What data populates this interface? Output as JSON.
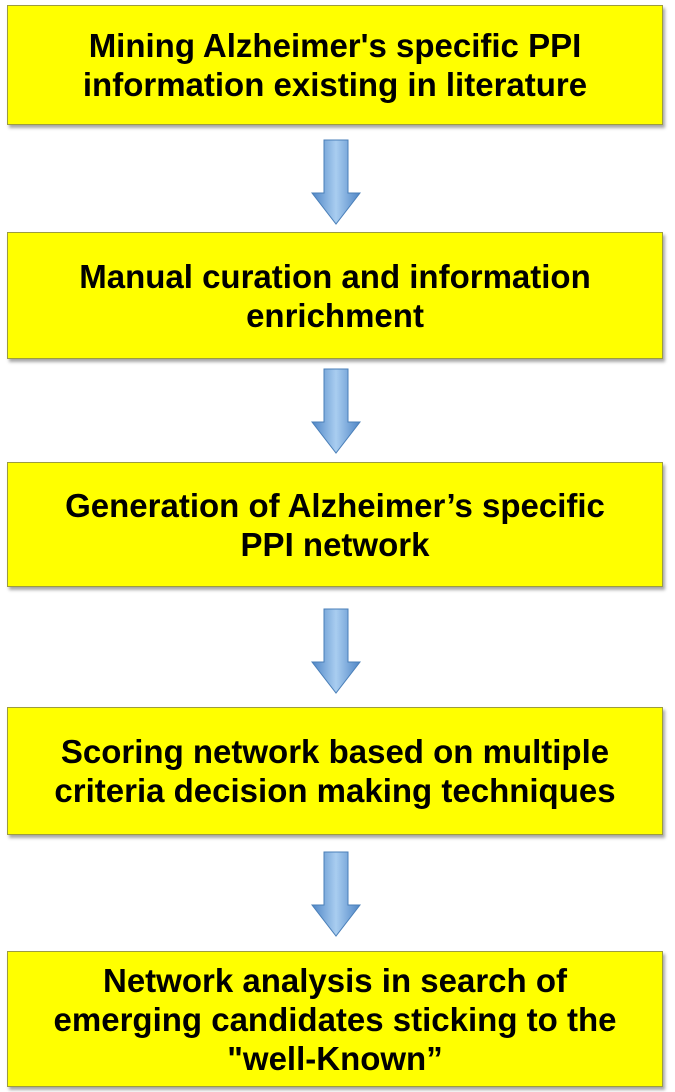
{
  "colors": {
    "box_fill": "#ffff00",
    "box_border": "#9c9c40",
    "arrow_fill": "#6fa6dc",
    "arrow_stroke": "#4a7fb8",
    "text": "#000000"
  },
  "steps": [
    {
      "lines": [
        "Mining Alzheimer's specific PPI",
        "information existing in literature"
      ]
    },
    {
      "lines": [
        "Manual curation and information",
        "enrichment"
      ]
    },
    {
      "lines": [
        "Generation of Alzheimer’s specific",
        "PPI network"
      ]
    },
    {
      "lines": [
        "Scoring network based on multiple",
        "criteria decision making techniques"
      ]
    },
    {
      "lines": [
        "Network analysis in search of",
        "emerging candidates sticking to the",
        "\"well-Known”"
      ]
    }
  ],
  "arrows": [
    {
      "icon": "down-arrow-icon"
    },
    {
      "icon": "down-arrow-icon"
    },
    {
      "icon": "down-arrow-icon"
    },
    {
      "icon": "down-arrow-icon"
    }
  ]
}
